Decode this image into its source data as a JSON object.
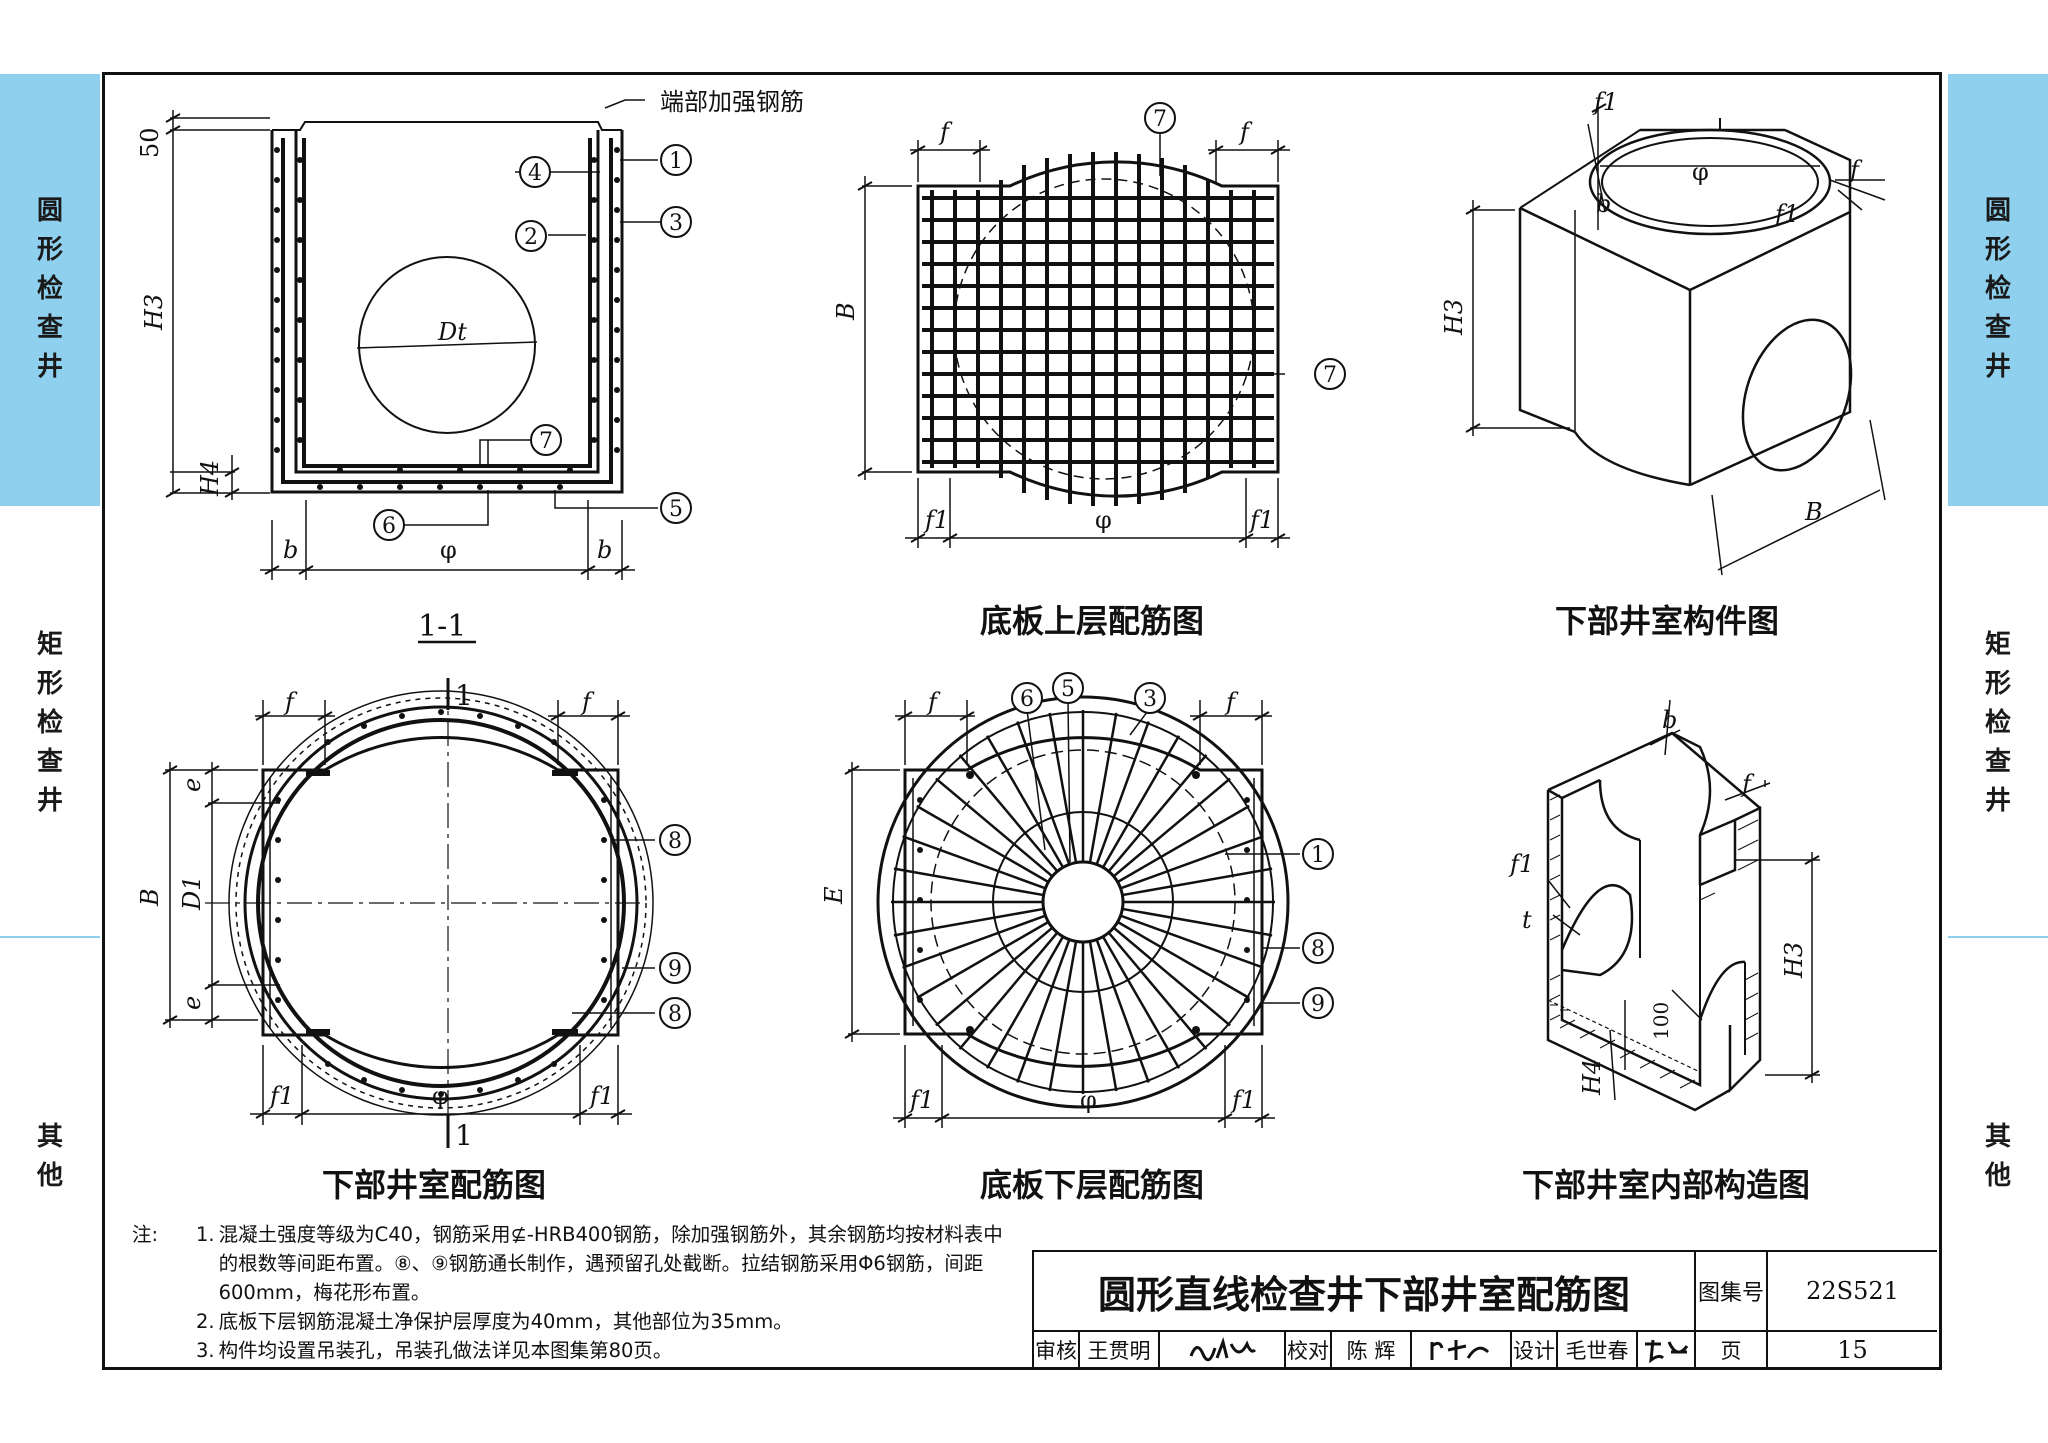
{
  "side_tabs": {
    "left": [
      {
        "label": "圆\n形\n检\n查\n井",
        "active": true
      },
      {
        "label": "矩\n形\n检\n查\n井",
        "active": false
      },
      {
        "label": "其\n他",
        "active": false
      }
    ],
    "right": [
      {
        "label": "圆\n形\n检\n查\n井",
        "active": true
      },
      {
        "label": "矩\n形\n检\n查\n井",
        "active": false
      },
      {
        "label": "其\n他",
        "active": false
      }
    ],
    "accent_color": "#8ed0ee"
  },
  "views": {
    "section_1_1": {
      "title": "1-1",
      "callout_top": "端部加强钢筋",
      "dim_50": "50",
      "dim_h3": "H3",
      "dim_h4": "H4",
      "dim_dt": "Dt",
      "dim_b": "b",
      "dim_phi": "φ",
      "markers": [
        "1",
        "2",
        "3",
        "4",
        "5",
        "6",
        "7"
      ]
    },
    "bottom_top_rebar": {
      "title": "底板上层配筋图",
      "dim_f": "f",
      "dim_f1": "f1",
      "dim_b_upper": "B",
      "dim_phi": "φ",
      "markers": [
        "7",
        "7"
      ]
    },
    "lower_chamber_component": {
      "title": "下部井室构件图",
      "dim_f1": "f1",
      "dim_f": "f",
      "dim_phi": "φ",
      "dim_b": "b",
      "dim_h3": "H3",
      "dim_b_upper": "B"
    },
    "lower_chamber_rebar": {
      "title": "下部井室配筋图",
      "section_mark": "1",
      "dim_f": "f",
      "dim_f1": "f1",
      "dim_e": "e",
      "dim_b_upper": "B",
      "dim_d1": "D1",
      "dim_phi": "φ",
      "markers": [
        "8",
        "9",
        "8"
      ]
    },
    "bottom_lower_rebar": {
      "title": "底板下层配筋图",
      "dim_f": "f",
      "dim_f1": "f1",
      "dim_e": "E",
      "dim_phi": "φ",
      "markers": [
        "6",
        "5",
        "3",
        "1",
        "8",
        "9"
      ]
    },
    "lower_chamber_interior": {
      "title": "下部井室内部构造图",
      "dim_b": "b",
      "dim_f": "f",
      "dim_f1": "f1",
      "dim_t": "t",
      "dim_100": "100",
      "dim_h4": "H4",
      "dim_h3": "H3"
    }
  },
  "notes": {
    "head": "注:",
    "items": [
      {
        "num": "1.",
        "text": "混凝土强度等级为C40，钢筋采用⊈-HRB400钢筋，除加强钢筋外，其余钢筋均按材料表中的根数等间距布置。⑧、⑨钢筋通长制作，遇预留孔处截断。拉结钢筋采用Φ6钢筋，间距600mm，梅花形布置。"
      },
      {
        "num": "2.",
        "text": "底板下层钢筋混凝土净保护层厚度为40mm，其他部位为35mm。"
      },
      {
        "num": "3.",
        "text": "构件均设置吊装孔，吊装孔做法详见本图集第80页。"
      }
    ]
  },
  "title_block": {
    "drawing_title": "圆形直线检查井下部井室配筋图",
    "atlas_label": "图集号",
    "atlas_no": "22S521",
    "review_label": "审核",
    "review_name": "王贯明",
    "check_label": "校对",
    "check_name": "陈 辉",
    "design_label": "设计",
    "design_name": "毛世春",
    "page_label": "页",
    "page_no": "15"
  }
}
